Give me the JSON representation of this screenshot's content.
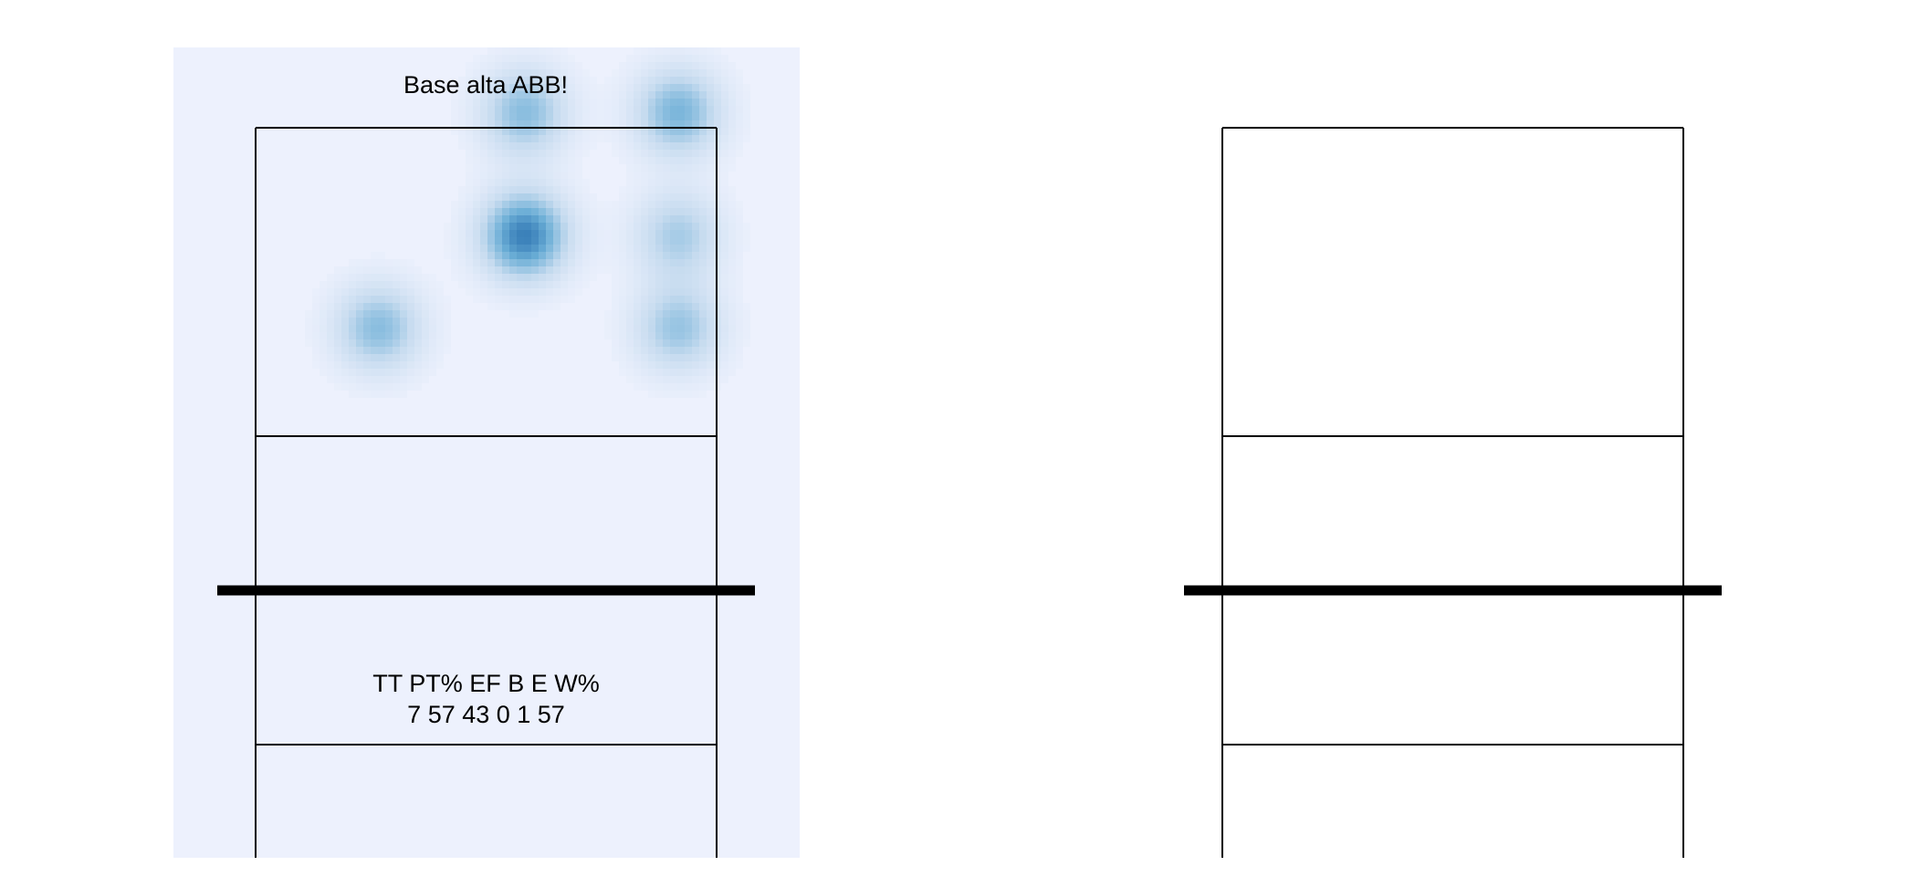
{
  "chart_data": [
    {
      "type": "heatmap",
      "title": "Base alta ABB!",
      "colors": {
        "panel_background": "#edf1fd",
        "density_low": "#c6dbef",
        "density_mid": "#6baed6",
        "density_high": "#08519c",
        "court_lines": "#000000"
      },
      "court": {
        "x_range": [
          0.5,
          3.5
        ],
        "y_range": [
          0.5,
          6.5
        ],
        "net_y": 3.5,
        "attack_lines_y": [
          2.5,
          4.5
        ]
      },
      "density_points": [
        {
          "x": 1.3,
          "y": 5.2,
          "weight": 0.5
        },
        {
          "x": 2.25,
          "y": 5.8,
          "weight": 0.8
        },
        {
          "x": 2.25,
          "y": 6.6,
          "weight": 0.5
        },
        {
          "x": 3.25,
          "y": 6.6,
          "weight": 0.55
        },
        {
          "x": 3.25,
          "y": 5.8,
          "weight": 0.4
        },
        {
          "x": 3.25,
          "y": 5.2,
          "weight": 0.45
        }
      ],
      "stats": {
        "headers": [
          "TT",
          "PT%",
          "EF",
          "B",
          "E",
          "W%"
        ],
        "values": [
          "7",
          "57",
          "43",
          "0",
          "1",
          "57"
        ]
      }
    },
    {
      "type": "heatmap",
      "title": "",
      "colors": {
        "panel_background": "#ffffff",
        "court_lines": "#000000"
      },
      "court": {
        "x_range": [
          0.5,
          3.5
        ],
        "y_range": [
          0.5,
          6.5
        ],
        "net_y": 3.5,
        "attack_lines_y": [
          2.5,
          4.5
        ]
      },
      "density_points": [],
      "stats": null
    }
  ]
}
